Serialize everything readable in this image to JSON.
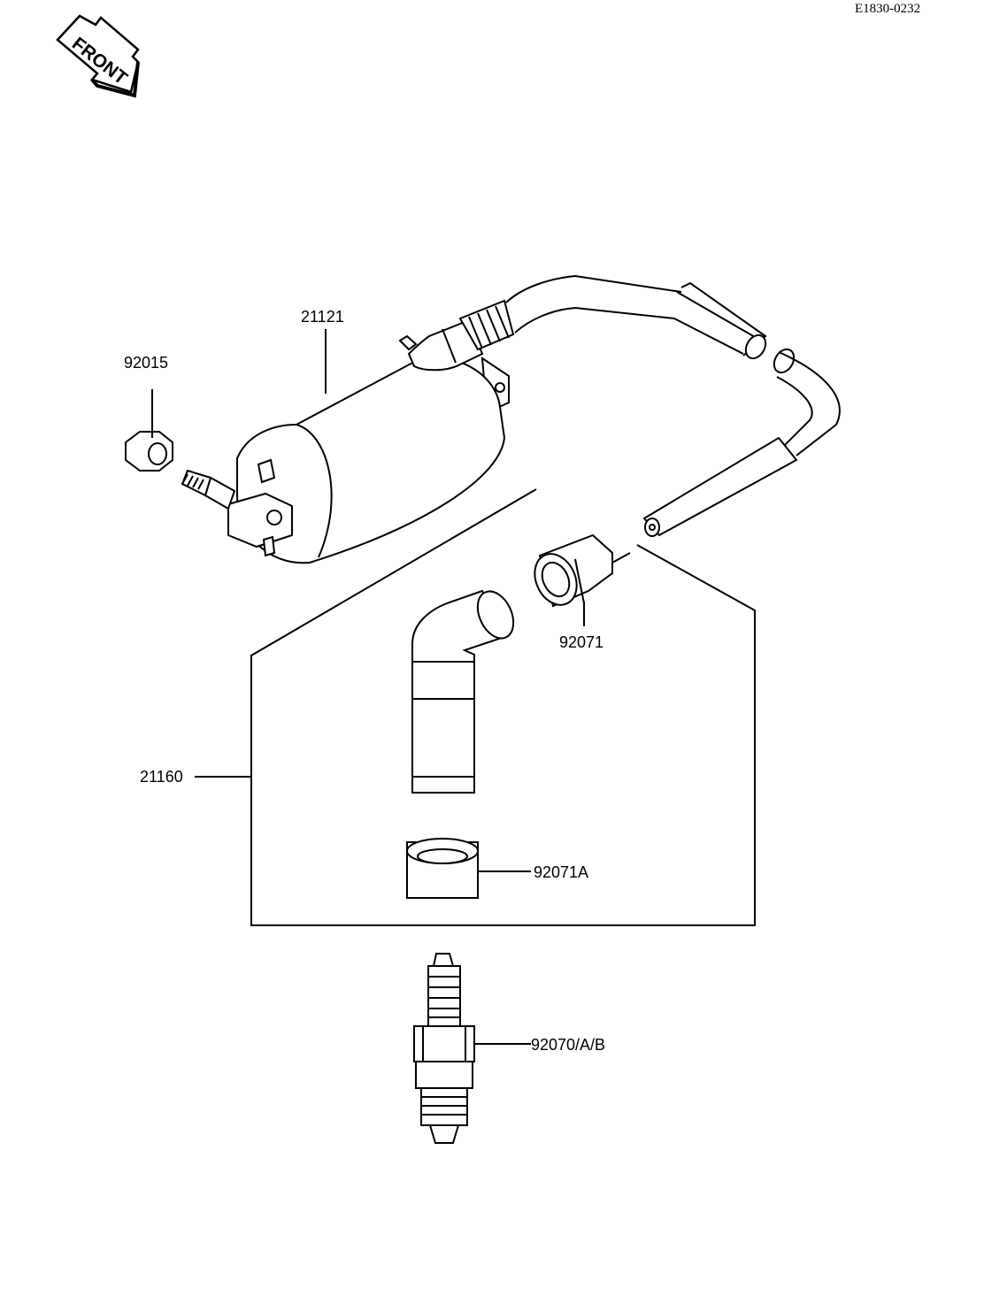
{
  "drawing_code": "E1830-0232",
  "front_arrow": {
    "text": "FRONT",
    "icon": "front-direction-arrow-icon"
  },
  "parts": {
    "ignition_coil": "21121",
    "nut": "92015",
    "plug_cap": "21160",
    "cap_seal": "92071",
    "cap_seal_a": "92071A",
    "spark_plug": "92070/A/B"
  }
}
